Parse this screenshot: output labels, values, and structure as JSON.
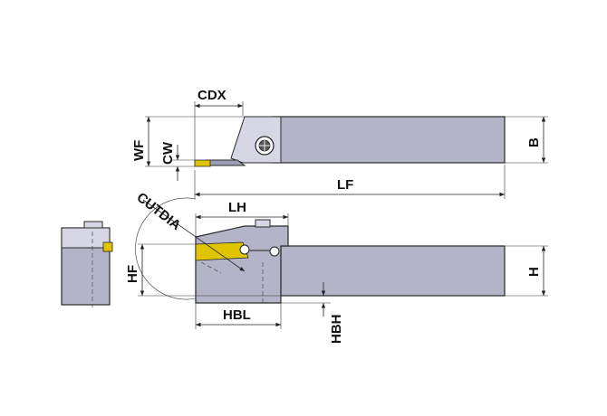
{
  "labels": {
    "cdx": "CDX",
    "wf": "WF",
    "cw": "CW",
    "b": "B",
    "lf": "LF",
    "cutdia": "CUTDIA",
    "lh": "LH",
    "hf": "HF",
    "h": "H",
    "hbl": "HBL",
    "hbh": "HBH"
  },
  "colors": {
    "body": "#b4b4c8",
    "insert": "#e0c400",
    "background": "#ffffff"
  }
}
